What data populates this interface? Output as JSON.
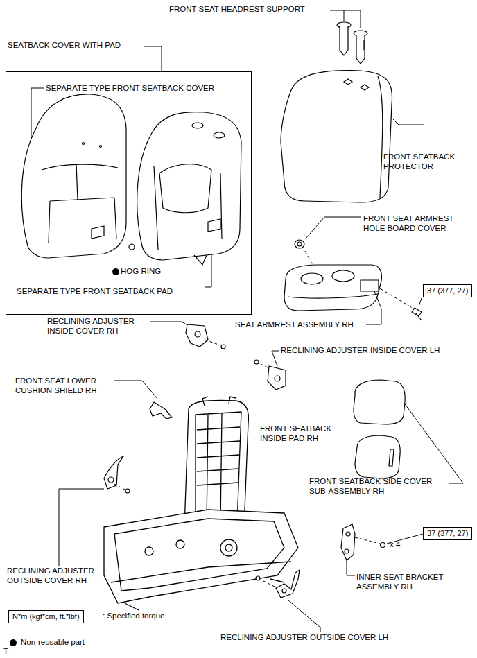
{
  "diagram": {
    "nodes": [
      {
        "text": [
          "SEATBACK COVER WITH PAD"
        ]
      },
      {
        "text": [
          "37 (377, 27)"
        ]
      },
      {
        "text": [
          "37 (377, 27)"
        ]
      },
      {
        "text": [
          "N*m (kgf*cm, ft.*lbf)"
        ]
      }
    ],
    "labels": [
      "FRONT SEAT HEADREST SUPPORT",
      "SEPARATE TYPE FRONT SEATBACK COVER",
      "FRONT SEATBACK PROTECTOR",
      "HOG RING",
      "SEPARATE TYPE FRONT SEATBACK PAD",
      "FRONT SEAT ARMREST HOLE BOARD COVER",
      "SEAT ARMREST ASSEMBLY RH",
      "RECLINING ADJUSTER INSIDE COVER RH",
      "RECLINING ADJUSTER INSIDE COVER LH",
      "FRONT SEAT LOWER CUSHION SHIELD RH",
      "FRONT SEATBACK INSIDE PAD RH",
      "FRONT SEATBACK SIDE COVER SUB-ASSEMBLY RH",
      "x 4",
      "RECLINING ADJUSTER OUTSIDE COVER RH",
      "INNER SEAT BRACKET ASSEMBLY RH",
      "RECLINING ADJUSTER OUTSIDE COVER LH",
      "T"
    ],
    "legend": [
      {
        "text": ": Specified torque"
      },
      {
        "text": "Non-reusable part"
      }
    ]
  }
}
